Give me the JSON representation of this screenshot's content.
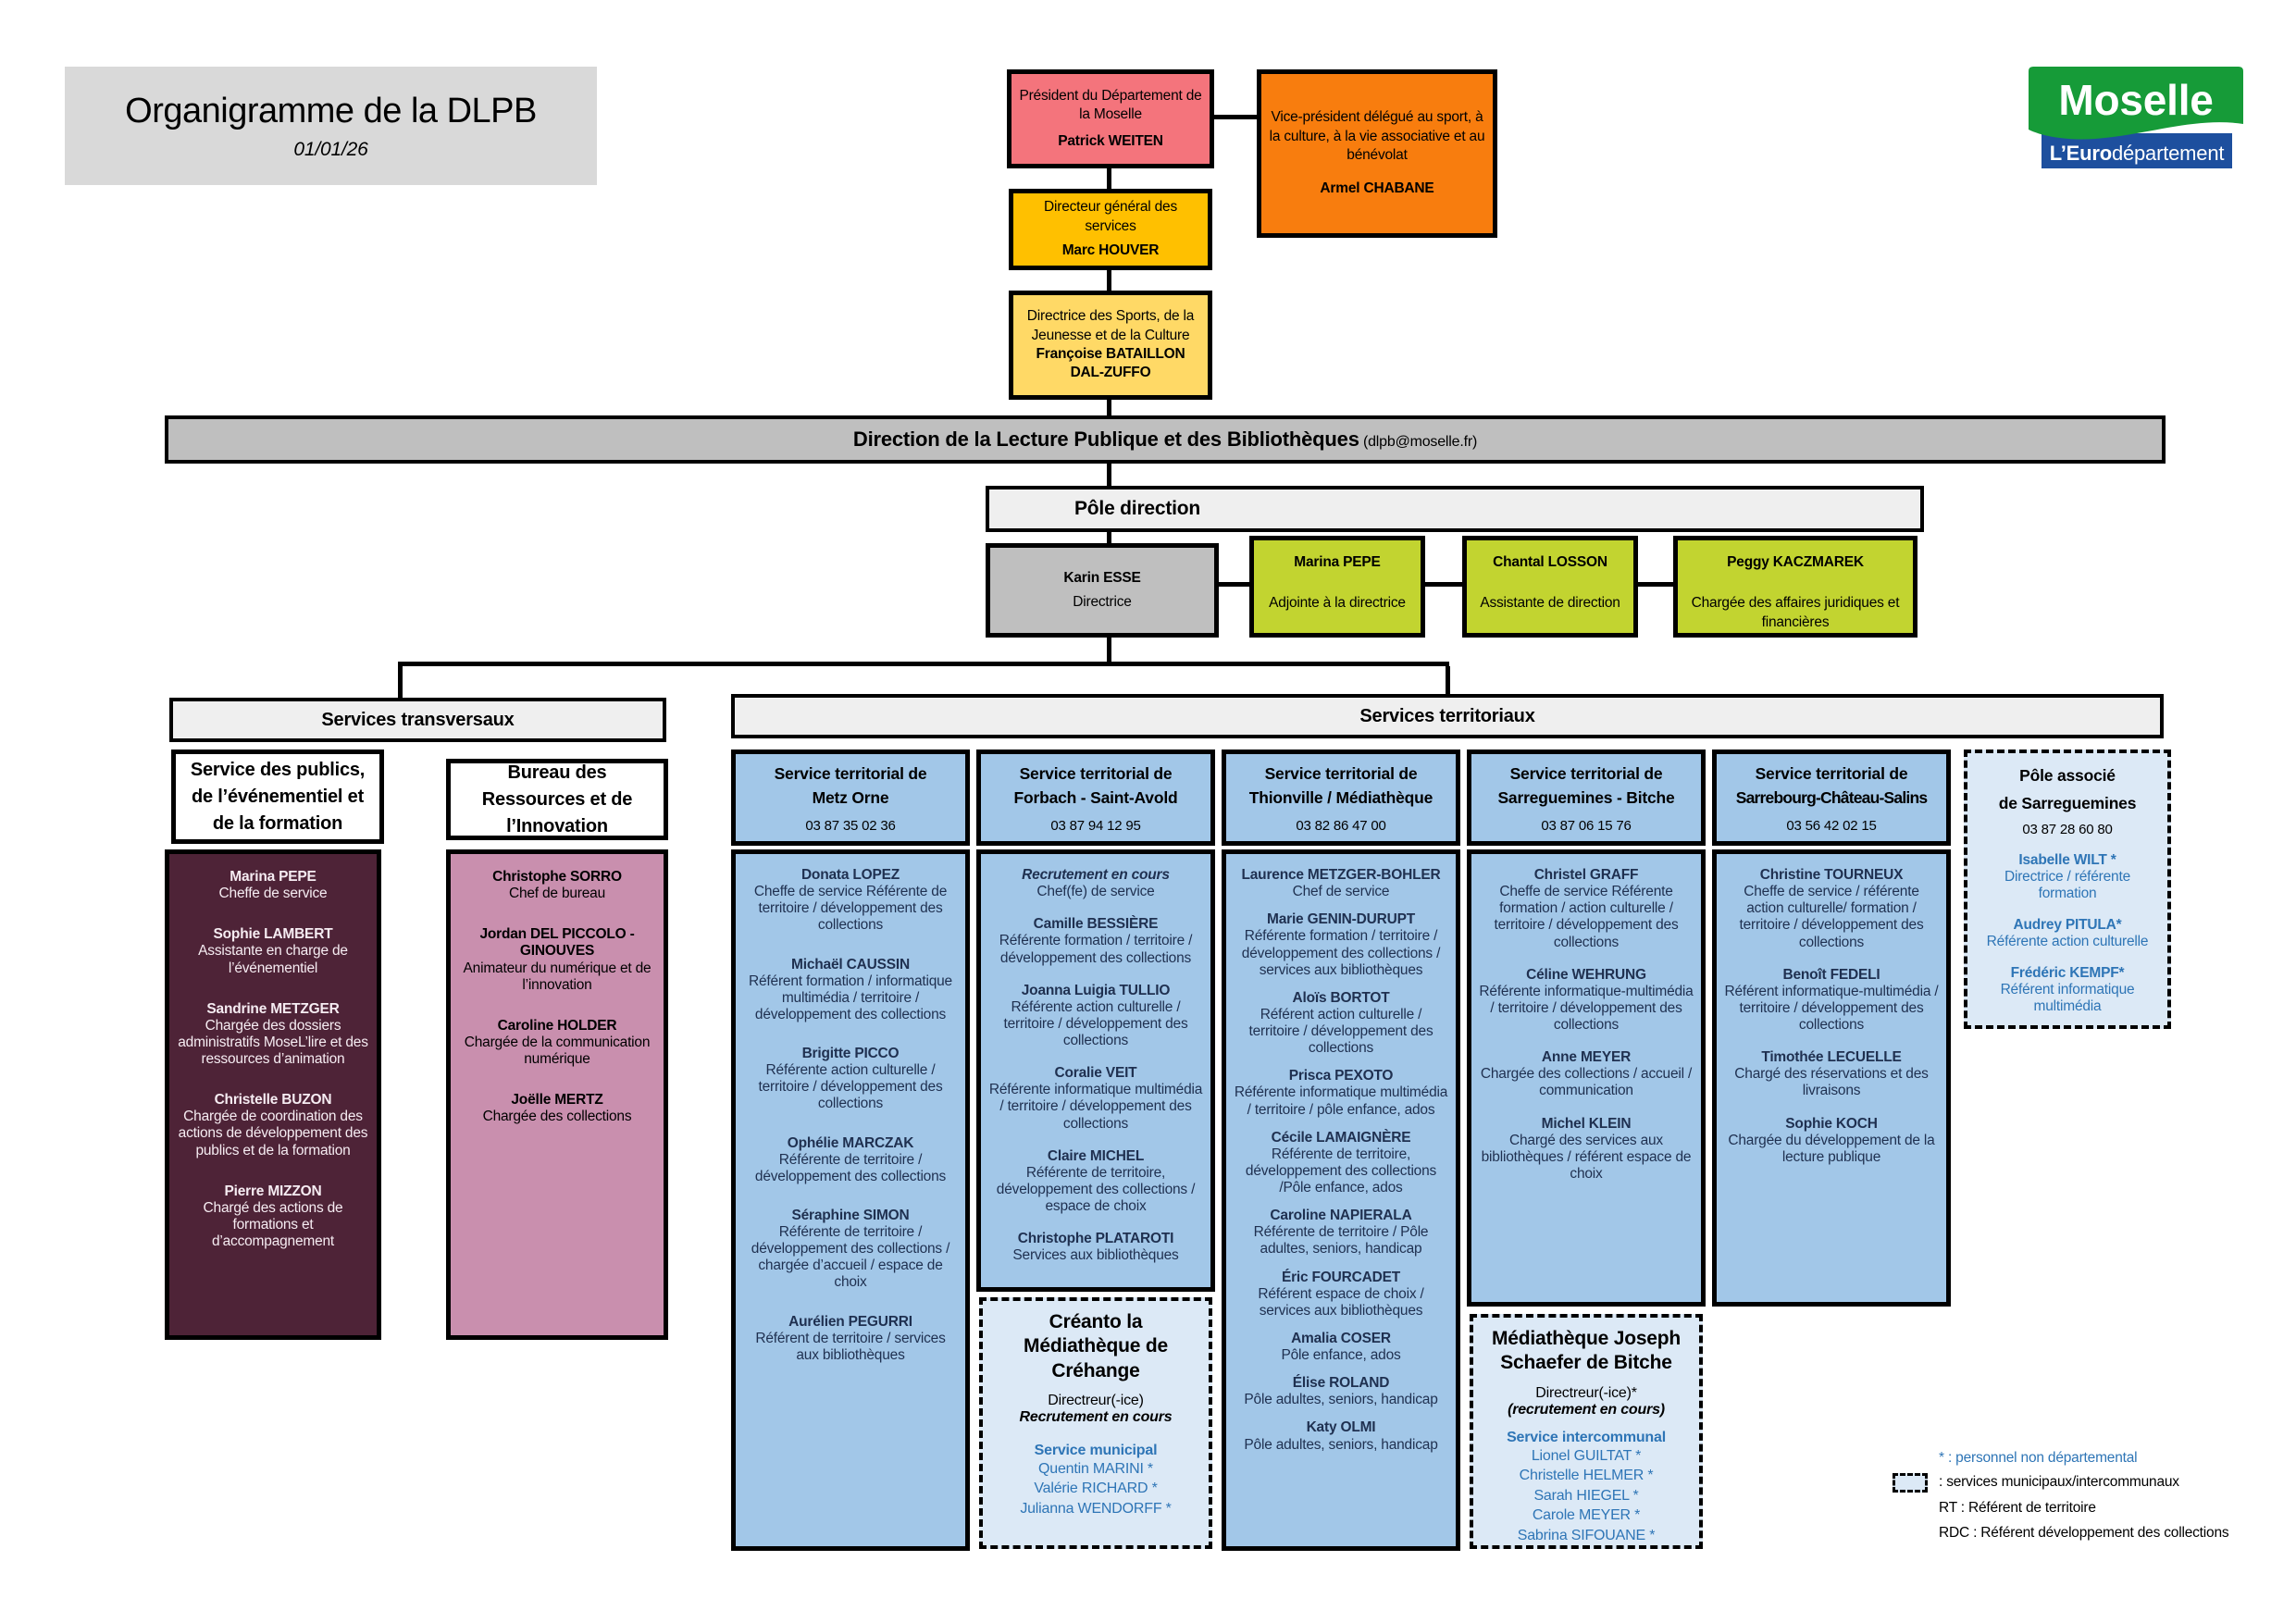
{
  "title": {
    "heading": "Organigramme de la DLPB",
    "date": "01/01/26"
  },
  "logo": {
    "name": "Moselle",
    "tagline_bold": "L’Euro",
    "tagline_rest": "département"
  },
  "top": {
    "president": {
      "role": "Président du Département de la Moselle",
      "name": "Patrick WEITEN"
    },
    "vice_president": {
      "role": "Vice-président délégué au sport, à la culture, à la vie associative et au bénévolat",
      "name": "Armel CHABANE"
    },
    "dgs": {
      "role": "Directeur général des services",
      "name": "Marc HOUVER"
    },
    "sports": {
      "role": "Directrice des Sports, de la Jeunesse et de la Culture",
      "name": "Françoise BATAILLON DAL-ZUFFO"
    }
  },
  "direction_bar": {
    "label": "Direction de la Lecture Publique et des Bibliothèques",
    "email": "(dlpb@moselle.fr)"
  },
  "pole_direction": {
    "label": "Pôle direction",
    "members": [
      {
        "name": "Karin ESSE",
        "role": "Directrice"
      },
      {
        "name": "Marina PEPE",
        "role": "Adjointe à la directrice"
      },
      {
        "name": "Chantal LOSSON",
        "role": "Assistante de direction"
      },
      {
        "name": "Peggy  KACZMAREK",
        "role": "Chargée des affaires juridiques et financières"
      }
    ]
  },
  "services_transversaux": {
    "label": "Services transversaux",
    "units": [
      {
        "title": "Service des publics, de l’événementiel et de la formation",
        "members": [
          {
            "name": "Marina PEPE",
            "role": "Cheffe de service"
          },
          {
            "name": "Sophie LAMBERT",
            "role": "Assistante en charge de l’événementiel"
          },
          {
            "name": "Sandrine METZGER",
            "role": "Chargée des dossiers administratifs MoseL’lire et des ressources d’animation"
          },
          {
            "name": "Christelle BUZON",
            "role": "Chargée de coordination des actions de développement des publics et de la formation"
          },
          {
            "name": "Pierre MIZZON",
            "role": "Chargé des actions de formations et d’accompagnement"
          }
        ]
      },
      {
        "title": "Bureau des Ressources et de l’Innovation",
        "members": [
          {
            "name": "Christophe SORRO",
            "role": "Chef de bureau"
          },
          {
            "name": "Jordan DEL PICCOLO - GINOUVES",
            "role": "Animateur du numérique et de l’innovation"
          },
          {
            "name": "Caroline HOLDER",
            "role": "Chargée de la communication numérique"
          },
          {
            "name": "Joëlle MERTZ",
            "role": "Chargée des collections"
          }
        ]
      }
    ]
  },
  "services_territoriaux": {
    "label": "Services territoriaux",
    "columns": [
      {
        "title_prefix": "Service territorial de",
        "city": "Metz Orne",
        "phone": "03 87 35 02 36",
        "members": [
          {
            "name": "Donata LOPEZ",
            "role": "Cheffe de service Référente de territoire / développement des collections"
          },
          {
            "name": "Michaël CAUSSIN",
            "role": "Référent formation / informatique multimédia / territoire / développement des collections"
          },
          {
            "name": "Brigitte PICCO",
            "role": "Référente action culturelle / territoire / développement des collections"
          },
          {
            "name": "Ophélie MARCZAK",
            "role": "Référente de territoire / développement des collections"
          },
          {
            "name": "Séraphine SIMON",
            "role": "Référente de territoire / développement des collections / chargée d’accueil / espace de choix"
          },
          {
            "name": "Aurélien PEGURRI",
            "role": "Référent de territoire / services aux bibliothèques"
          }
        ]
      },
      {
        "title_prefix": "Service territorial de",
        "city": "Forbach - Saint-Avold",
        "phone": "03 87 94 12 95",
        "members": [
          {
            "name": "Recrutement en cours",
            "italic": true,
            "role": "Chef(fe) de service"
          },
          {
            "name": "Camille BESSIÈRE",
            "role": "Référente formation / territoire / développement des collections"
          },
          {
            "name": "Joanna Luigia TULLIO",
            "role": "Référente action culturelle / territoire / développement des collections"
          },
          {
            "name": "Coralie VEIT",
            "role": "Référente informatique multimédia / territoire / développement des collections"
          },
          {
            "name": "Claire MICHEL",
            "role": "Référente de territoire, développement des collections / espace de choix"
          },
          {
            "name": "Christophe PLATAROTI",
            "role": "Services aux bibliothèques"
          }
        ]
      },
      {
        "title_prefix": "Service territorial de",
        "city": "Thionville / Médiathèque",
        "phone": "03 82 86 47 00",
        "members": [
          {
            "name": "Laurence METZGER-BOHLER",
            "role": "Chef de service"
          },
          {
            "name": "Marie GENIN-DURUPT",
            "role": "Référente formation / territoire / développement des collections / services aux bibliothèques"
          },
          {
            "name": "Aloïs BORTOT",
            "role": "Référent action culturelle  / territoire / développement des collections"
          },
          {
            "name": "Prisca PEXOTO",
            "role": "Référente informatique multimédia / territoire / pôle enfance, ados"
          },
          {
            "name": "Cécile LAMAIGNÈRE",
            "role": "Référente de territoire, développement des collections /Pôle enfance, ados"
          },
          {
            "name": "Caroline NAPIERALA",
            "role": "Référente de territoire / Pôle adultes, seniors, handicap"
          },
          {
            "name": "Éric FOURCADET",
            "role": "Référent espace de choix / services aux bibliothèques"
          },
          {
            "name": "Amalia COSER",
            "role": "Pôle enfance, ados"
          },
          {
            "name": "Élise ROLAND",
            "role": "Pôle adultes, seniors, handicap"
          },
          {
            "name": "Katy OLMI",
            "role": "Pôle adultes, seniors, handicap"
          }
        ]
      },
      {
        "title_prefix": "Service territorial de",
        "city": "Sarreguemines - Bitche",
        "phone": "03 87 06 15 76",
        "members": [
          {
            "name": "Christel GRAFF",
            "role": "Cheffe de service Référente formation / action culturelle / territoire / développement des collections"
          },
          {
            "name": "Céline WEHRUNG",
            "role": "Référente informatique-multimédia / territoire / développement des collections"
          },
          {
            "name": "Anne MEYER",
            "role": "Chargée des collections / accueil / communication"
          },
          {
            "name": "Michel KLEIN",
            "role": "Chargé des services aux bibliothèques / référent espace de choix"
          }
        ]
      },
      {
        "title_prefix": "Service territorial de",
        "city": "Sarrebourg-Château-Salins",
        "phone": "03 56 42 02 15",
        "members": [
          {
            "name": "Christine TOURNEUX",
            "role": "Cheffe de service / référente action culturelle/ formation / territoire / développement des collections"
          },
          {
            "name": "Benoît FEDELI",
            "role": "Référent  informatique-multimédia / territoire / développement des collections"
          },
          {
            "name": "Timothée LECUELLE",
            "role": "Chargé des réservations et des livraisons"
          },
          {
            "name": "Sophie KOCH",
            "role": "Chargée du développement de la lecture publique"
          }
        ]
      }
    ],
    "sub_boxes": [
      {
        "title": "Créanto la Médiathèque de Créhange",
        "director_label": "Directreur(-ice)",
        "recruitment": "Recrutement en cours",
        "service_label": "Service municipal",
        "staff": [
          "Quentin MARINI *",
          "Valérie RICHARD *",
          "Julianna WENDORFF *"
        ]
      },
      {
        "title": "Médiathèque Joseph Schaefer de Bitche",
        "director_label": "Directreur(-ice)*",
        "recruitment": "(recrutement en cours)",
        "service_label": "Service intercommunal",
        "staff": [
          "Lionel GUILTAT *",
          "Christelle HELMER *",
          "Sarah HIEGEL *",
          "Carole MEYER *",
          "Sabrina SIFOUANE *"
        ]
      }
    ]
  },
  "pole_associe": {
    "title_line1": "Pôle associé",
    "title_line2": "de Sarreguemines",
    "phone": "03 87 28 60 80",
    "members": [
      {
        "name": "Isabelle WILT *",
        "role": "Directrice / référente formation"
      },
      {
        "name": "Audrey PITULA*",
        "role": "Référente action culturelle"
      },
      {
        "name": "Frédéric KEMPF*",
        "role": "Référent informatique multimédia"
      }
    ]
  },
  "legend": {
    "item1": "* : personnel non départemental",
    "item2": ": services municipaux/intercommunaux",
    "item3": "RT : Référent de territoire",
    "item4": "RDC : Référent développement des collections"
  }
}
